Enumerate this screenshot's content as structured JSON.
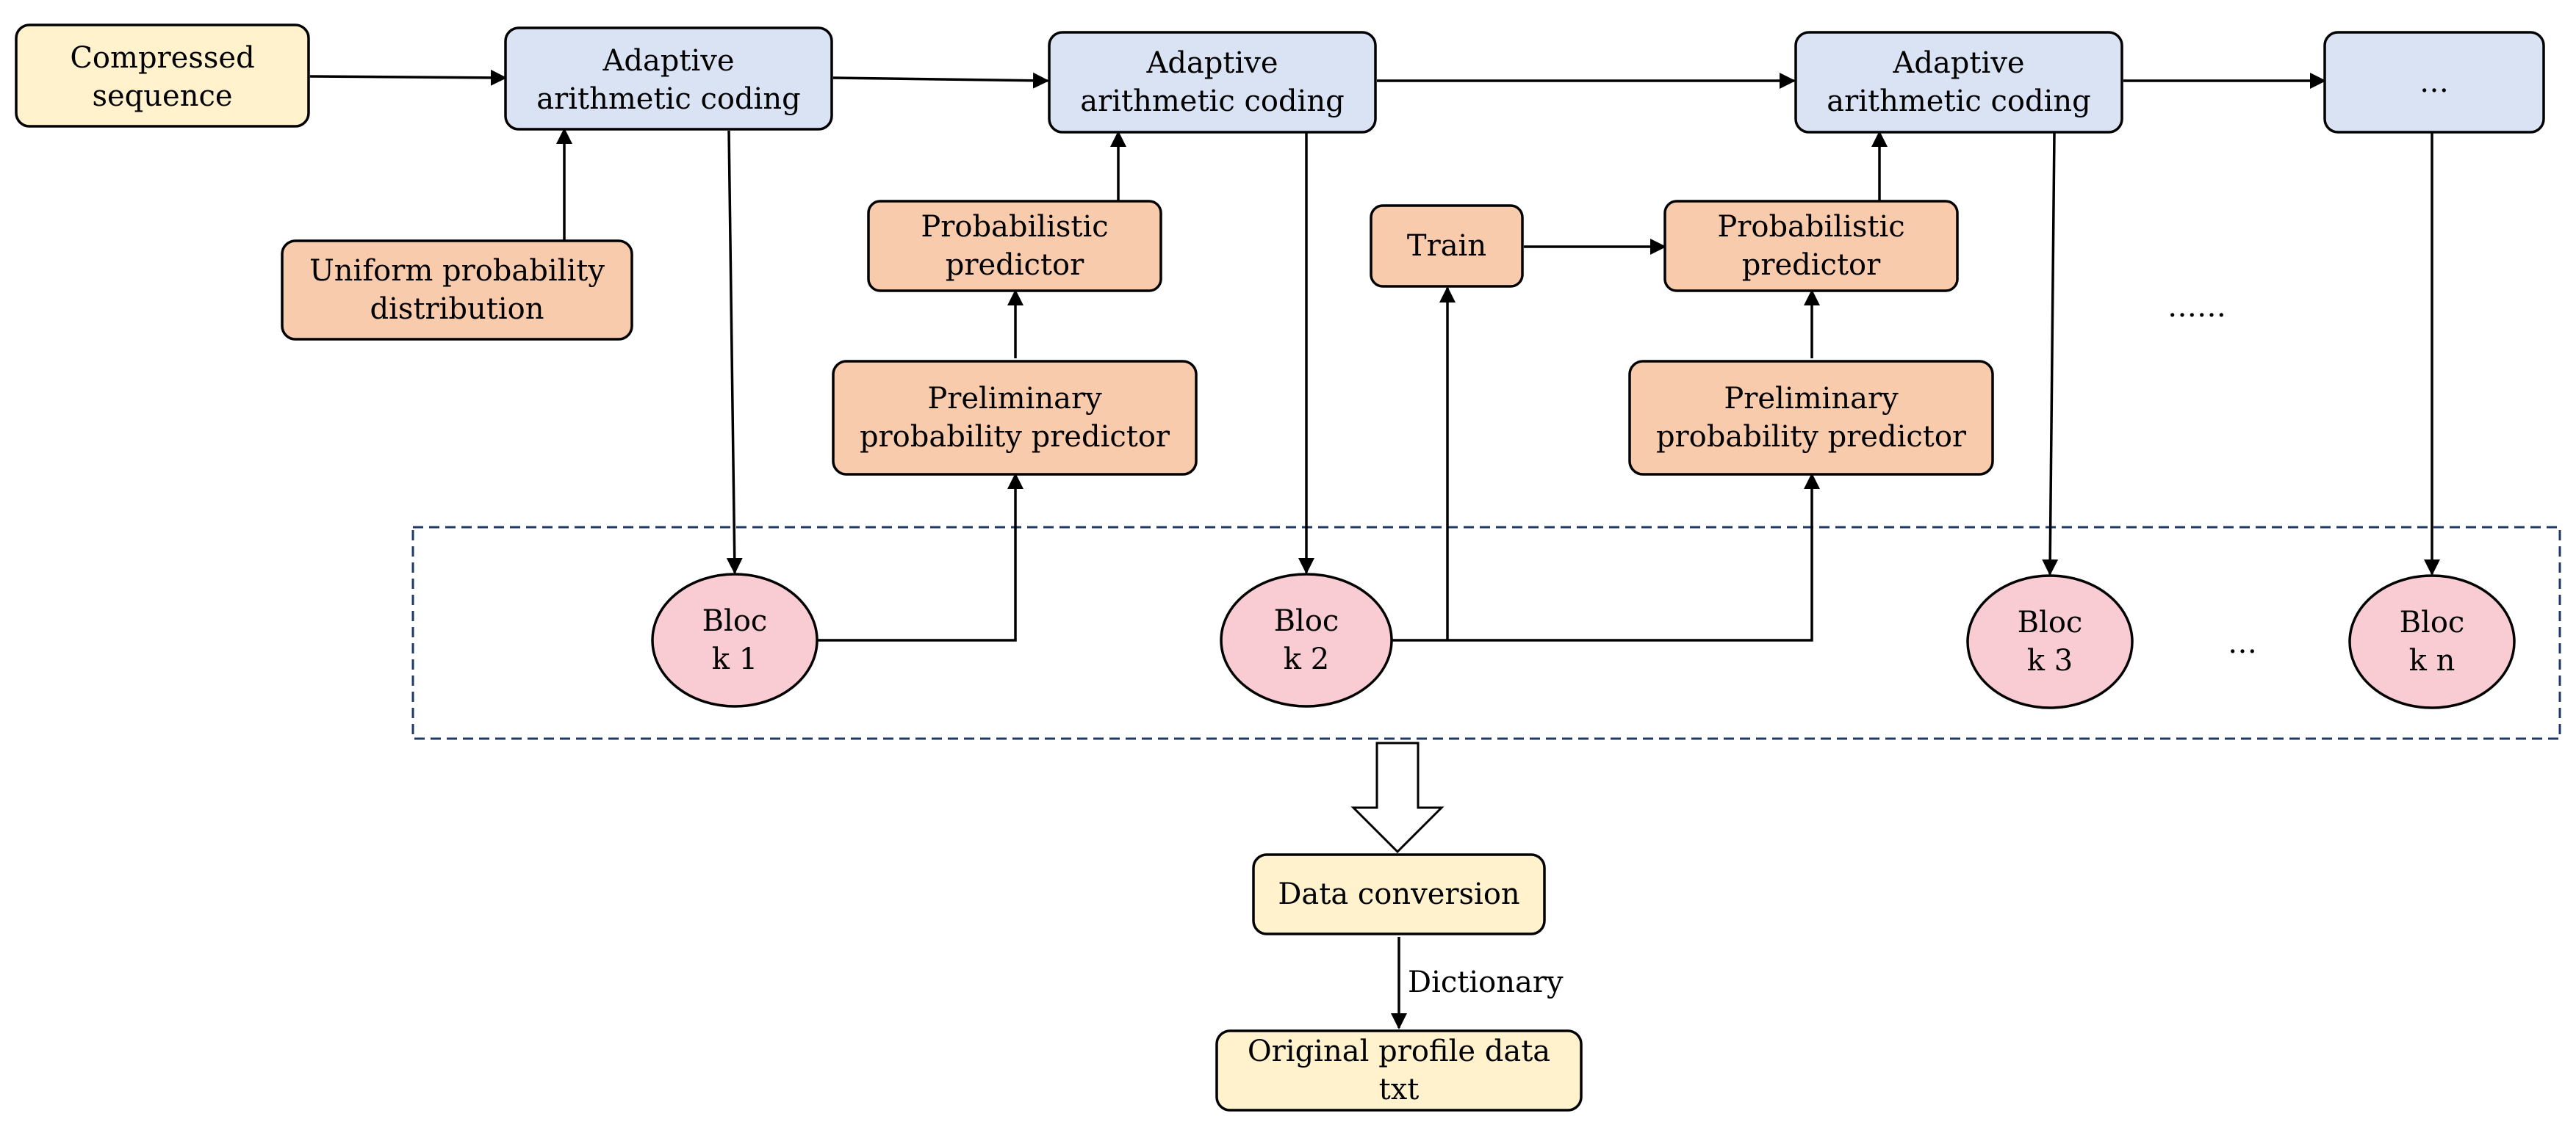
{
  "nodes": {
    "compressed_sequence": {
      "line1": "Compressed",
      "line2": "sequence"
    },
    "aac_1": {
      "line1": "Adaptive",
      "line2": "arithmetic coding"
    },
    "aac_2": {
      "line1": "Adaptive",
      "line2": "arithmetic coding"
    },
    "aac_3": {
      "line1": "Adaptive",
      "line2": "arithmetic coding"
    },
    "aac_n": {
      "line1": "…"
    },
    "uniform": {
      "line1": "Uniform probability",
      "line2": "distribution"
    },
    "prob_pred_1": {
      "line1": "Probabilistic",
      "line2": "predictor"
    },
    "prob_pred_2": {
      "line1": "Probabilistic",
      "line2": "predictor"
    },
    "prelim_1": {
      "line1": "Preliminary",
      "line2": "probability predictor"
    },
    "prelim_2": {
      "line1": "Preliminary",
      "line2": "probability predictor"
    },
    "train": {
      "line1": "Train"
    },
    "block_1": {
      "line1": "Bloc",
      "line2": "k 1"
    },
    "block_2": {
      "line1": "Bloc",
      "line2": "k 2"
    },
    "block_3": {
      "line1": "Bloc",
      "line2": "k 3"
    },
    "block_n": {
      "line1": "Bloc",
      "line2": "k n"
    },
    "data_conversion": {
      "line1": "Data conversion"
    },
    "original_profile": {
      "line1": "Original profile data",
      "line2": "txt"
    }
  },
  "ellipsis_mid": "……",
  "ellipsis_blocks": "…",
  "edge_label_dictionary": "Dictionary",
  "colors": {
    "yellow_fill": "#FFF2CC",
    "blue_fill": "#DAE3F3",
    "orange_fill": "#F8CBAD",
    "pink_fill": "#F8CCD2",
    "dashed_border": "#1F3864",
    "stroke": "#000000"
  }
}
